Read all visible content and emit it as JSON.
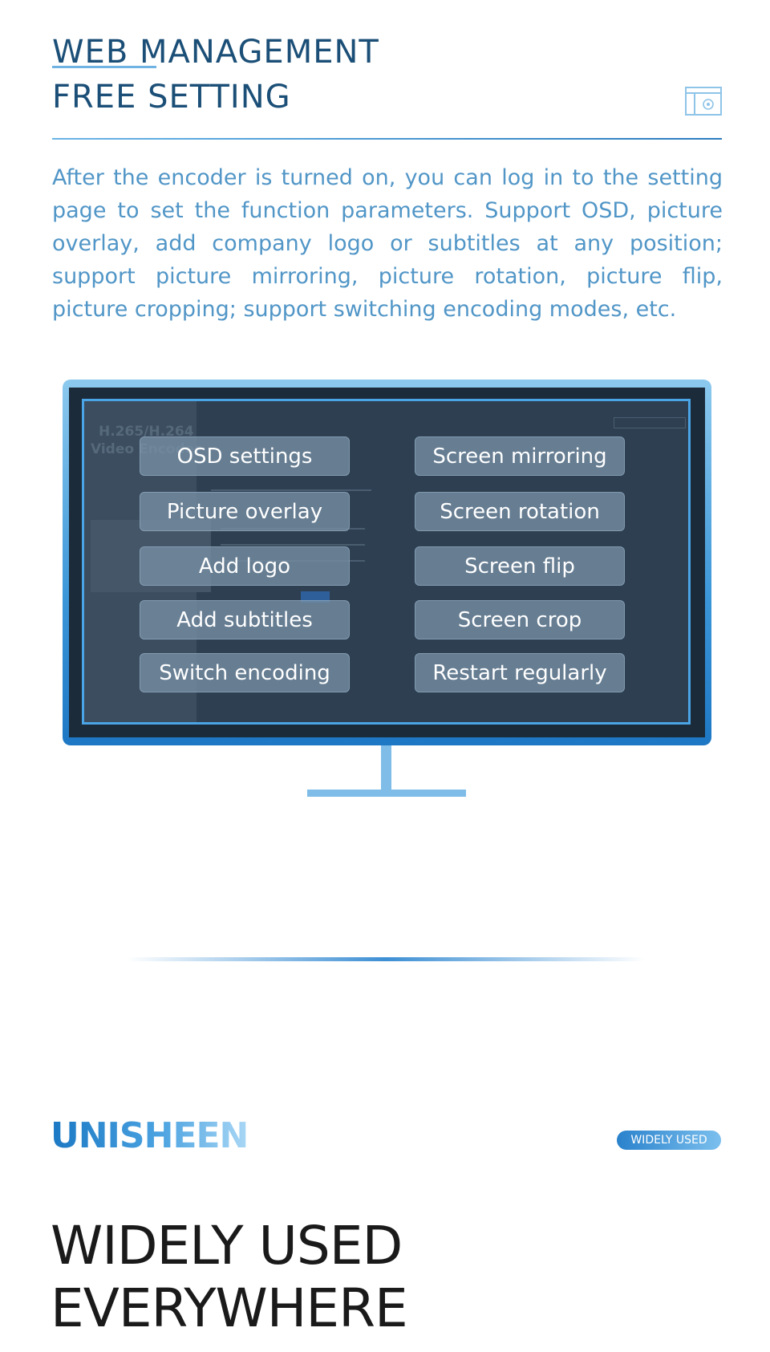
{
  "header": {
    "title_line1": "WEB MANAGEMENT",
    "title_line2": "FREE SETTING",
    "icon": "settings-window-icon"
  },
  "description": "After the encoder is turned on, you can log in to the setting page to set the function parameters. Support OSD, picture overlay, add company logo or subtitles at any position; support picture mirroring, picture rotation, picture flip, picture cropping; support switching encoding modes, etc.",
  "monitor": {
    "screen_bg_title1": "H.265/H.264",
    "screen_bg_title2": "Video Encoder",
    "features_left": [
      "OSD settings",
      "Picture overlay",
      "Add logo",
      "Add subtitles",
      "Switch encoding"
    ],
    "features_right": [
      "Screen mirroring",
      "Screen rotation",
      "Screen flip",
      "Screen crop",
      "Restart regularly"
    ]
  },
  "footer": {
    "brand": "UNISHEEN",
    "badge": "WIDELY USED",
    "headline_line1": "WIDELY USED",
    "headline_line2": "EVERYWHERE"
  },
  "colors": {
    "title": "#1b4f77",
    "body_text": "#5196c7",
    "accent_blue": "#2b7cbf",
    "headline": "#1a1a1a"
  }
}
